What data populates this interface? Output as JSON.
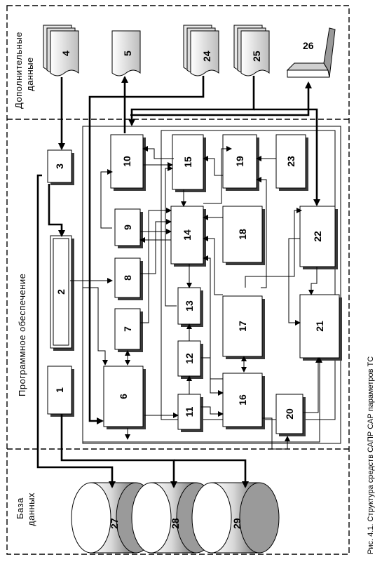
{
  "sections": {
    "additional": {
      "line1": "Дополнительные",
      "line2": "данные"
    },
    "software": "Программное обеспечение",
    "database": {
      "line1": "База",
      "line2": "данных"
    }
  },
  "caption": "Рис. 4.1. Структура средств САПР САР параметров ТС",
  "blocks": [
    "1",
    "2",
    "3",
    "4",
    "5",
    "6",
    "7",
    "8",
    "9",
    "10",
    "11",
    "12",
    "13",
    "14",
    "15",
    "16",
    "17",
    "18",
    "19",
    "20",
    "21",
    "22",
    "23",
    "24",
    "25",
    "26",
    "27",
    "28",
    "29"
  ],
  "colors": {
    "line": "#000000",
    "frame_dash": "#000000",
    "block_fill": "#f2f2f2",
    "shadow": "#3a3a3a",
    "cylinder_light": "#ffffff",
    "cylinder_dark": "#7a7a7a"
  }
}
